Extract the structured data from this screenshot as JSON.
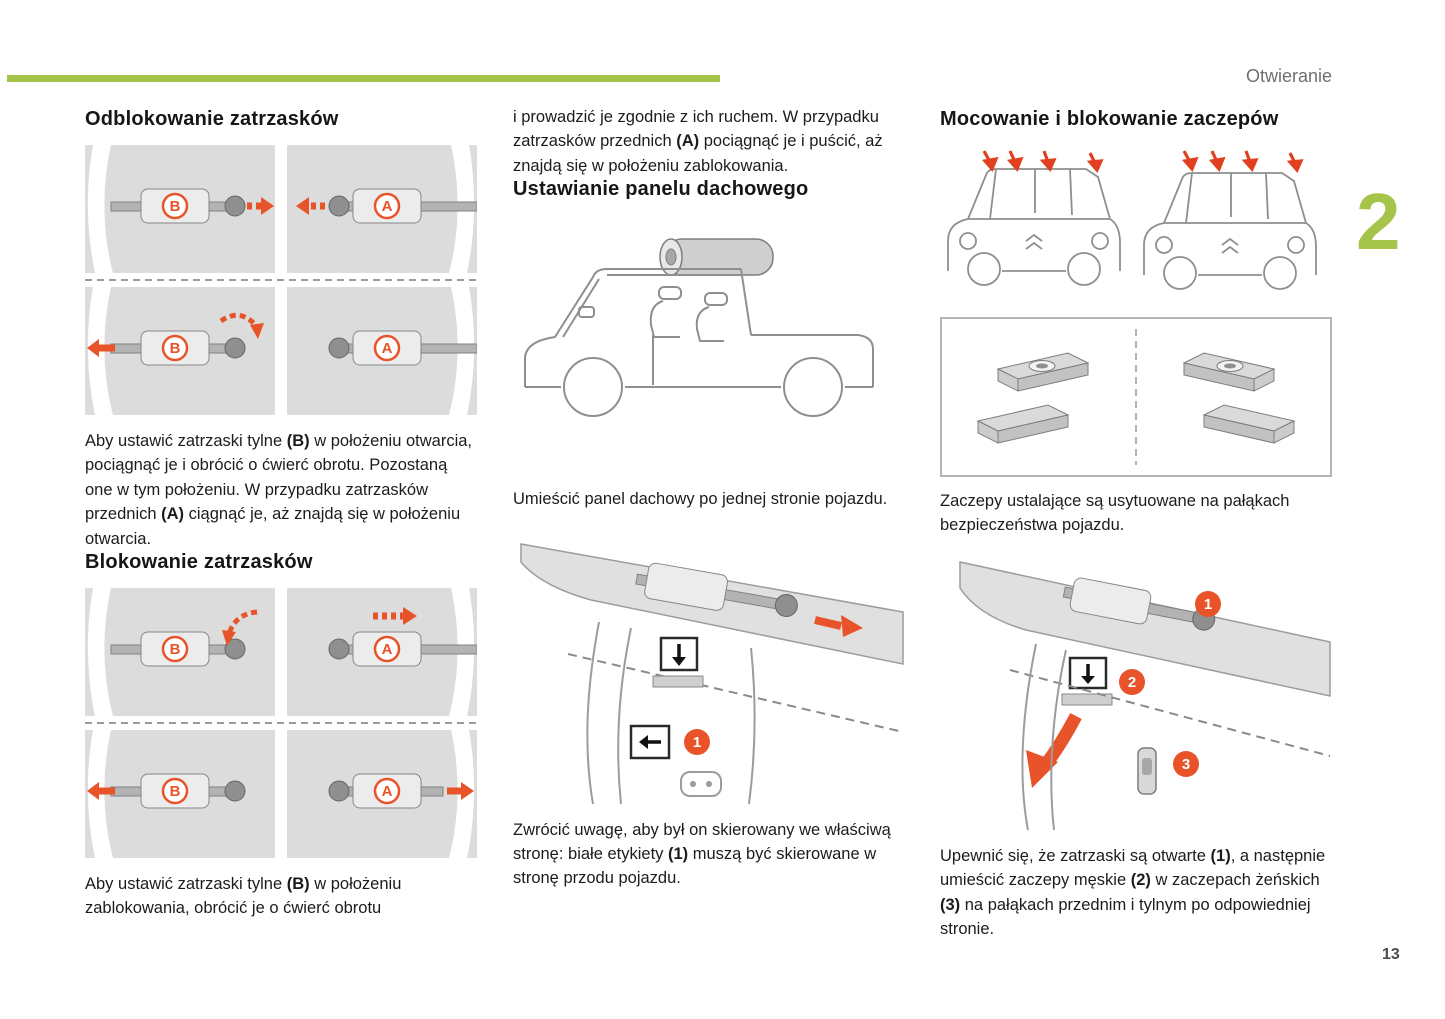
{
  "page": {
    "header_label": "Otwieranie",
    "chapter_number": "2",
    "page_number": "13"
  },
  "colors": {
    "accent_green": "#a5c54a",
    "accent_orange": "#e8532a"
  },
  "badges": {
    "a": "A",
    "b": "B",
    "n1": "1",
    "n2": "2",
    "n3": "3"
  },
  "col1": {
    "heading_unlock": "Odblokowanie zatrzasków",
    "para_unlock": {
      "s0": "Aby ustawić zatrzaski tylne ",
      "b0": "(B)",
      "s1": " w położeniu otwarcia, pociągnąć je i obrócić o ćwierć obrotu. Pozostaną one w tym położeniu. W przypadku zatrzasków przednich ",
      "b1": "(A)",
      "s2": " ciągnąć je, aż znajdą się w położeniu otwarcia."
    },
    "heading_lock": "Blokowanie zatrzasków",
    "para_lock": {
      "s0": "Aby ustawić zatrzaski tylne ",
      "b0": "(B)",
      "s1": " w położeniu zablokowania, obrócić je o ćwierć obrotu"
    }
  },
  "col2": {
    "para_continue": {
      "s0": "i prowadzić je zgodnie z ich ruchem. W przypadku zatrzasków przednich ",
      "b0": "(A)",
      "s1": " pociągnąć je i puścić, aż znajdą się w położeniu zablokowania."
    },
    "heading_roof": "Ustawianie panelu dachowego",
    "para_place": "Umieścić panel dachowy po jednej stronie pojazdu.",
    "para_labels": {
      "s0": "Zwrócić uwagę, aby był on skierowany we właściwą stronę: białe etykiety ",
      "b0": "(1)",
      "s1": " muszą być skierowane w stronę przodu pojazdu."
    }
  },
  "col3": {
    "heading_attach": "Mocowanie i blokowanie zaczepów",
    "para_location": "Zaczepy ustalające są usytuowane na pałąkach bezpieczeństwa pojazdu.",
    "para_steps": {
      "s0": "Upewnić się, że zatrzaski są otwarte ",
      "b0": "(1)",
      "s1": ", a następnie umieścić zaczepy męskie ",
      "b1": "(2)",
      "s2": " w zaczepach żeńskich ",
      "b2": "(3)",
      "s3": " na pałąkach przednim i tylnym po odpowiedniej stronie."
    }
  }
}
